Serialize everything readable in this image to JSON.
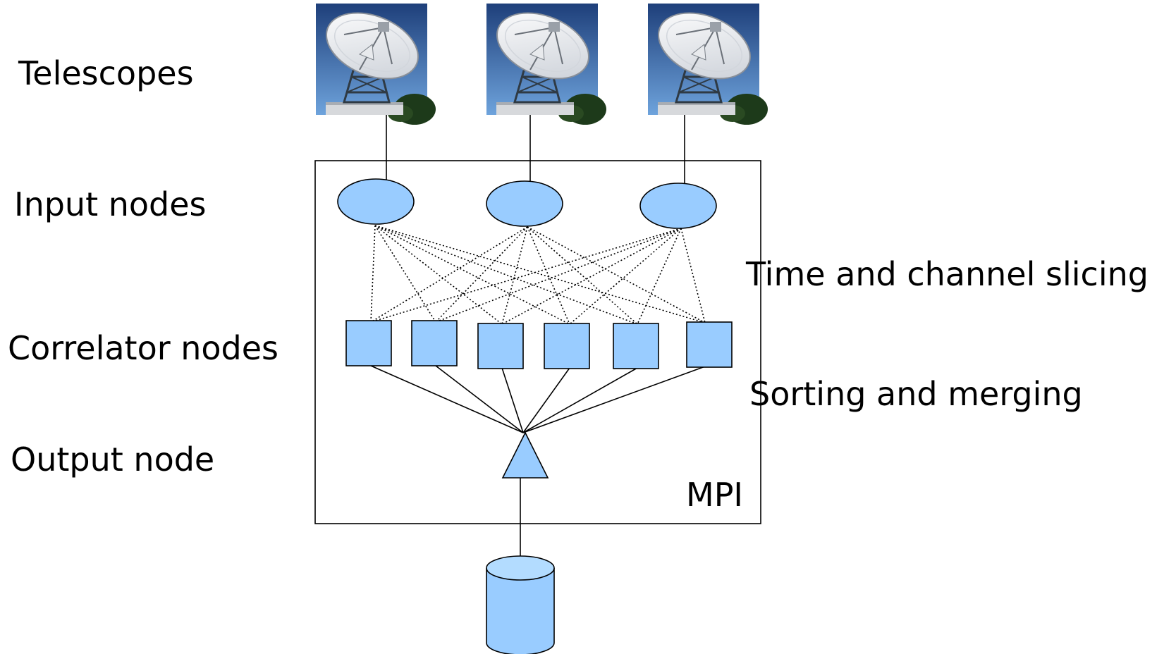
{
  "row_labels": {
    "telescopes": "Telescopes",
    "input_nodes": "Input nodes",
    "correlator_nodes": "Correlator nodes",
    "output_node": "Output node"
  },
  "stage_labels": {
    "slicing": "Time and channel slicing",
    "merging": "Sorting and merging"
  },
  "container_label": "MPI",
  "telescopes": [
    {
      "icon": "radio-telescope-dish-icon"
    },
    {
      "icon": "radio-telescope-dish-icon"
    },
    {
      "icon": "radio-telescope-dish-icon"
    }
  ],
  "input_node_count": 3,
  "correlator_node_count": 6,
  "output_node_count": 1,
  "storage_icon": "database-cylinder-icon",
  "colors": {
    "node_fill": "#99ccff",
    "storage_top": "#b3dcff",
    "stroke": "#000000",
    "sky_top": "#1e3f7a",
    "sky_bottom": "#6ea3dc",
    "dish": "#f2f4f6"
  }
}
